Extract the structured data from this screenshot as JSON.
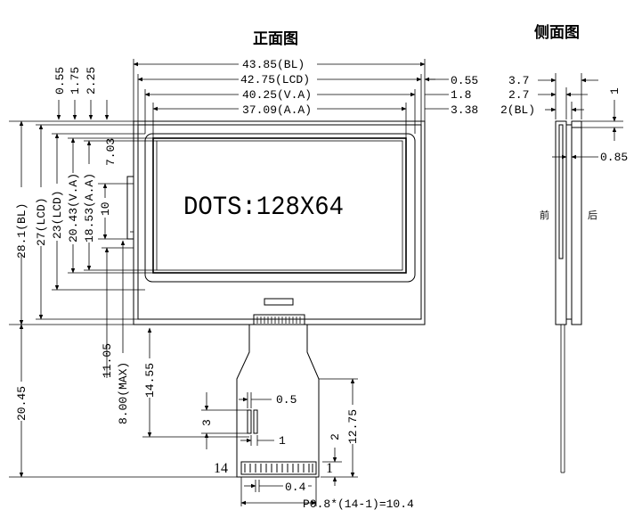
{
  "titles": {
    "front": "正面图",
    "side": "侧面图"
  },
  "display_text": "DOTS:128X64",
  "top_dims": {
    "bl": "43.85(BL)",
    "lcd": "42.75(LCD)",
    "va": "40.25(V.A)",
    "aa": "37.09(A.A)",
    "r1": "0.55",
    "r2": "1.8",
    "r3": "3.38"
  },
  "left_offsets": {
    "a": "0.55",
    "b": "1.75",
    "c": "2.25",
    "d": "7.03"
  },
  "left_dims": {
    "bl": "28.1(BL)",
    "lcd": "27(LCD)",
    "lcd2": "23(LCD)",
    "va": "20.43(V.A)",
    "aa": "18.53(A.A)",
    "ten": "10",
    "d1105": "11.05",
    "max": "8.00(MAX)",
    "d1455": "14.55",
    "d2045": "20.45"
  },
  "fpc_dims": {
    "w05": "0.5",
    "h3": "3",
    "w1": "1",
    "h2": "2",
    "h1275": "12.75",
    "p04": "0.4",
    "pitch": "P0.8*(14-1)=10.4",
    "pin_num": "14"
  },
  "side_dims": {
    "a": "3.7",
    "b": "2.7",
    "c": "2(BL)",
    "d": "1",
    "e": "0.85",
    "front_label": "前",
    "back_label": "后"
  }
}
